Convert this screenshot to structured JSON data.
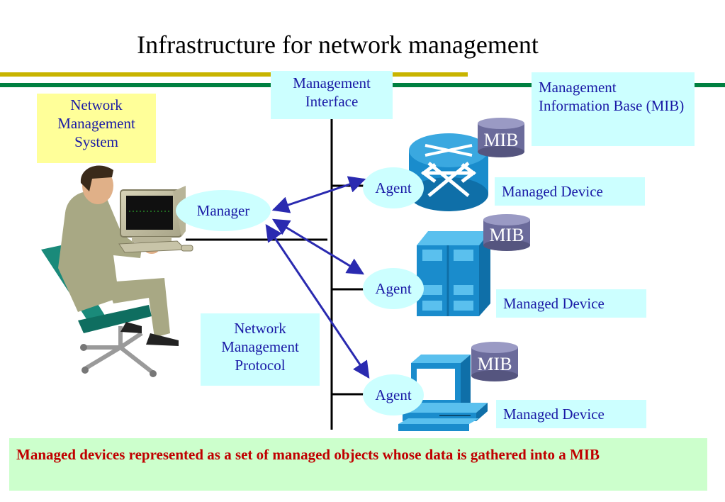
{
  "title": "Infrastructure for network management",
  "boxes": {
    "management_interface": "Management Interface",
    "nms": "Network Management System",
    "mib_info": "Management Information Base (MIB)",
    "protocol": "Network Management Protocol"
  },
  "manager_label": "Manager",
  "agents": [
    {
      "label": "Agent",
      "device": "Managed Device",
      "mib": "MIB"
    },
    {
      "label": "Agent",
      "device": "Managed Device",
      "mib": "MIB"
    },
    {
      "label": "Agent",
      "device": "Managed Device",
      "mib": "MIB"
    }
  ],
  "note": "Managed devices represented as a set of  managed objects whose data is gathered into a MIB",
  "colors": {
    "label_bg": "#ccffff",
    "label_text": "#1a1aa6",
    "nms_bg": "#ffff99",
    "note_bg": "#ccffcc",
    "note_text": "#c00000",
    "stripe_gold": "#c8b400",
    "stripe_green": "#008040",
    "arrow": "#2a2ab0",
    "mib_fill": "#6b6b9b",
    "device_blue": "#1a8ccc"
  }
}
